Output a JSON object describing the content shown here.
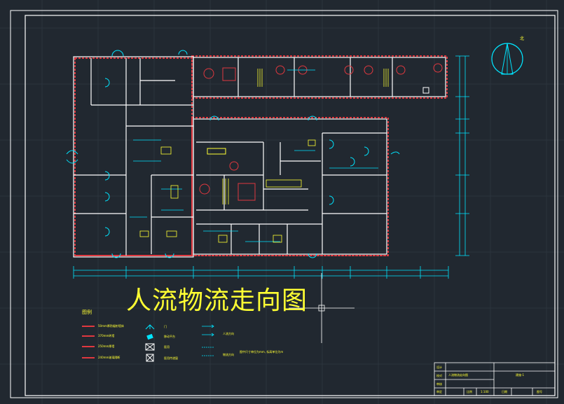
{
  "drawing": {
    "title": "人流物流走向图",
    "north_label": "北"
  },
  "legend": {
    "heading": "图例",
    "line_items": [
      {
        "label": "50mm厚防辐射墙体",
        "color": "#e0383f"
      },
      {
        "label": "370mm砖墙",
        "color": "#e0383f"
      },
      {
        "label": "250mm厚墙",
        "color": "#e0383f"
      },
      {
        "label": "240mm玻璃隔断",
        "color": "#e0383f"
      }
    ],
    "symbol_items": [
      {
        "label": "门",
        "icon": "door-symbol-icon"
      },
      {
        "label": "移动平台",
        "icon": "mobile-platform-icon"
      },
      {
        "label": "医用",
        "icon": "box-x-icon"
      },
      {
        "label": "医用传递窗",
        "icon": "pass-box-icon"
      }
    ],
    "flow_items": [
      {
        "label": "人流方向",
        "icon": "person-flow-arrow-icon"
      },
      {
        "label": "物流方向",
        "icon": "material-flow-arrow-icon"
      }
    ],
    "note": "图中尺寸单位为mm, 标高单位为m"
  },
  "title_block": {
    "drawing_name": "人流物流走向图",
    "sheet_label": "建施-1",
    "row_labels": [
      "设计",
      "校对",
      "审核",
      "审定"
    ],
    "bottom_cells": [
      "比例",
      "1:100",
      "日期",
      "图号"
    ]
  },
  "colors": {
    "background": "#212830",
    "border": "#ffffff",
    "wall": "#ffffff",
    "wall_hatch": "#e0383f",
    "door": "#00e5ff",
    "flow": "#00e5ff",
    "text": "#ffff33",
    "dimension": "#00e5ff"
  }
}
